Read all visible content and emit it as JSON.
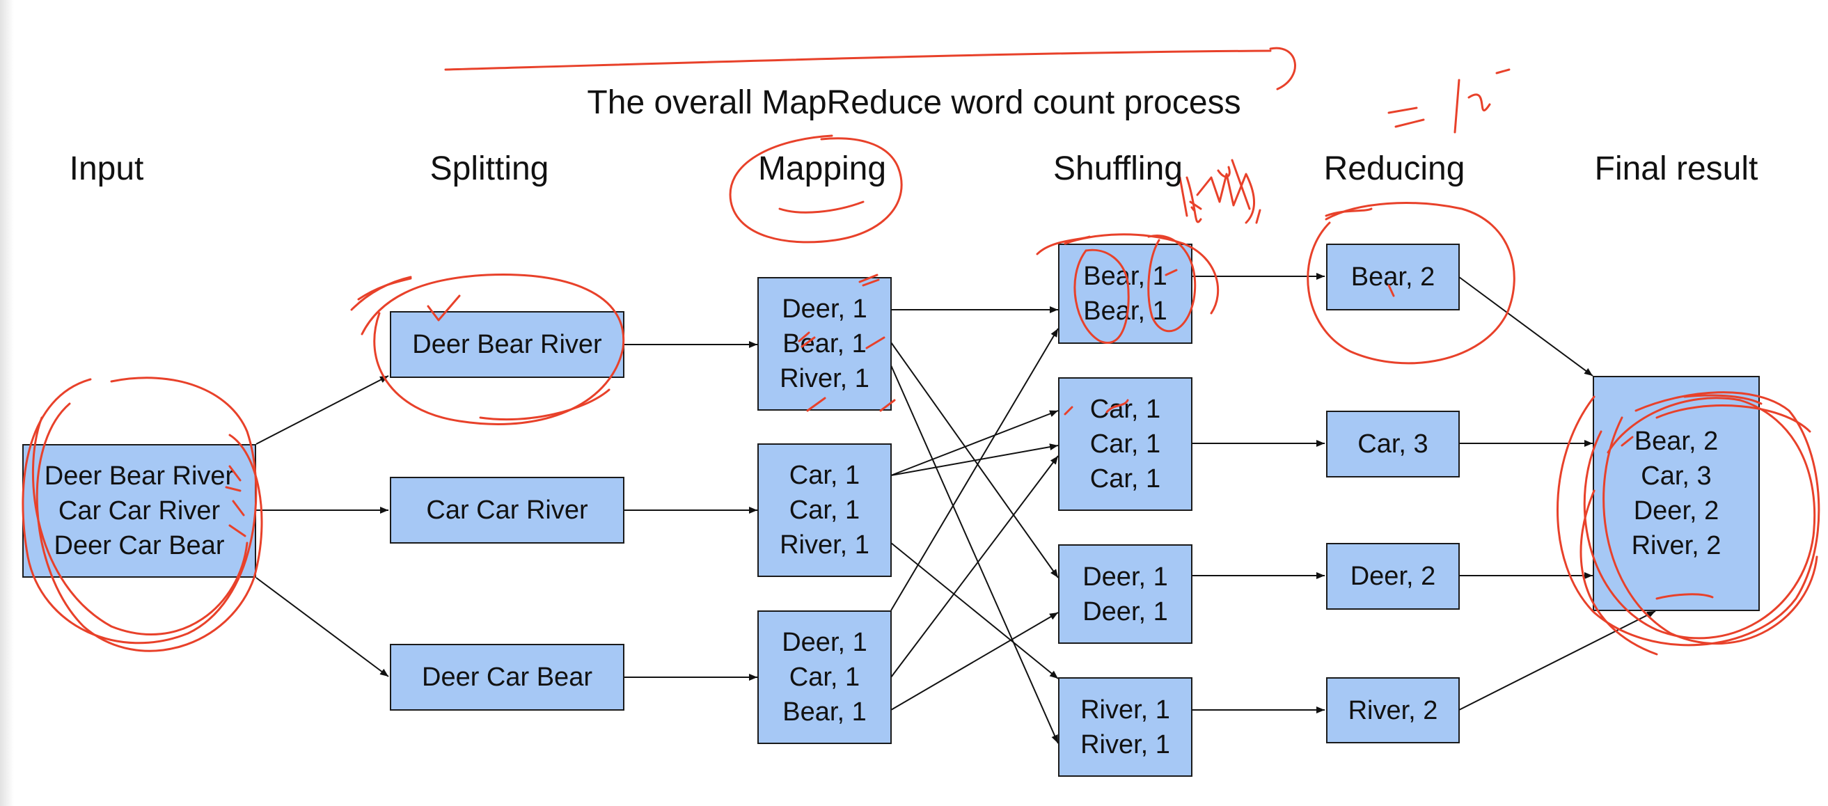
{
  "title": "The overall MapReduce word count process",
  "stages": [
    "Input",
    "Splitting",
    "Mapping",
    "Shuffling",
    "Reducing",
    "Final result"
  ],
  "input": [
    "Deer Bear River",
    "Car Car River",
    "Deer Car Bear"
  ],
  "splits": [
    [
      "Deer Bear River"
    ],
    [
      "Car Car River"
    ],
    [
      "Deer Car Bear"
    ]
  ],
  "maps": [
    [
      "Deer, 1",
      "Bear, 1",
      "River, 1"
    ],
    [
      "Car, 1",
      "Car, 1",
      "River, 1"
    ],
    [
      "Deer, 1",
      "Car, 1",
      "Bear, 1"
    ]
  ],
  "shuffles": [
    [
      "Bear, 1",
      "Bear, 1"
    ],
    [
      "Car, 1",
      "Car, 1",
      "Car, 1"
    ],
    [
      "Deer, 1",
      "Deer, 1"
    ],
    [
      "River, 1",
      "River, 1"
    ]
  ],
  "reduces": [
    [
      "Bear, 2"
    ],
    [
      "Car, 3"
    ],
    [
      "Deer, 2"
    ],
    [
      "River, 2"
    ]
  ],
  "final": [
    "Bear, 2",
    "Car, 3",
    "Deer, 2",
    "River, 2"
  ],
  "colors": {
    "box_fill": "#a6c8f5",
    "box_border": "#1a1a1a",
    "arrow": "#111111",
    "annotation": "#e8412a"
  }
}
